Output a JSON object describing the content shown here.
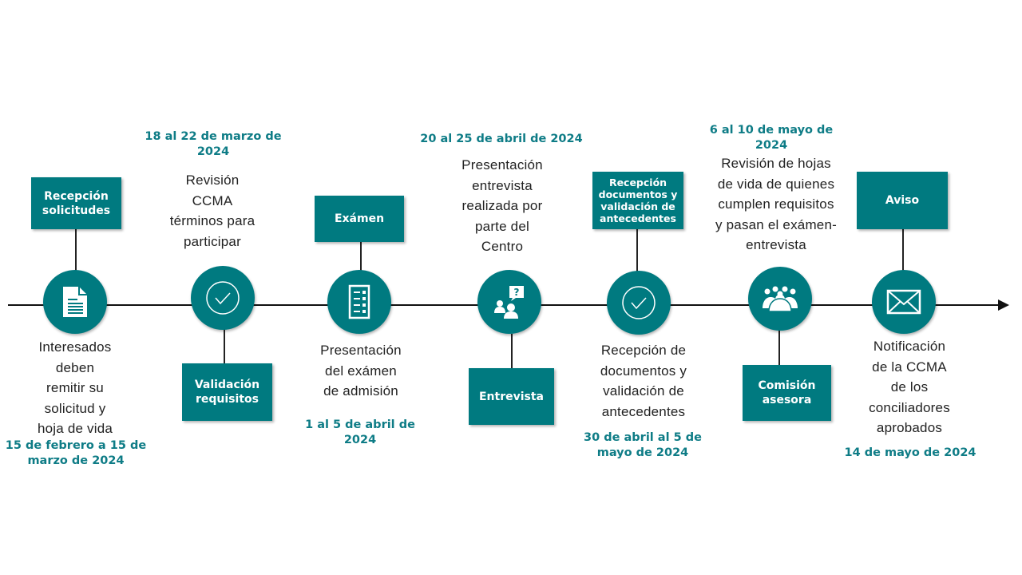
{
  "colors": {
    "accent": "#007A80",
    "date_text": "#0E7C86",
    "line": "#111111"
  },
  "steps": [
    {
      "icon": "document-icon",
      "box": "Recepción\nsolicitudes",
      "description": "Interesados\ndeben\nremitir su\nsolicitud y\nhoja de vida",
      "date": "15 de febrero a  15 de\nmarzo de 2024"
    },
    {
      "icon": "checkmark-icon",
      "box": "Validación\nrequisitos",
      "description": "Revisión\nCCMA\ntérminos para\nparticipar",
      "date": "18 al 22 de marzo de\n2024"
    },
    {
      "icon": "checklist-icon",
      "box": "Exámen",
      "description": "Presentación\ndel exámen\nde admisión",
      "date": "1 al 5 de abril de\n2024"
    },
    {
      "icon": "interview-icon",
      "box": "Entrevista",
      "description": "Presentación\nentrevista\nrealizada por\nparte del\nCentro",
      "date": "20 al 25 de abril de 2024"
    },
    {
      "icon": "checkmark-icon",
      "box": "Recepción\ndocumentos y\nvalidación de\nantecedentes",
      "description": "Recepción de\ndocumentos y\nvalidación de\nantecedentes",
      "date": "30 de abril al 5 de\nmayo de 2024"
    },
    {
      "icon": "group-icon",
      "box": "Comisión\nasesora",
      "description": "Revisión de hojas\nde vida de quienes\ncumplen requisitos\ny pasan el exámen-\nentrevista",
      "date": "6 al 10 de mayo de\n2024"
    },
    {
      "icon": "envelope-icon",
      "box": "Aviso",
      "description": "Notificación\nde la CCMA\nde los\nconciliadores\naprobados",
      "date": "14 de mayo de 2024"
    }
  ]
}
